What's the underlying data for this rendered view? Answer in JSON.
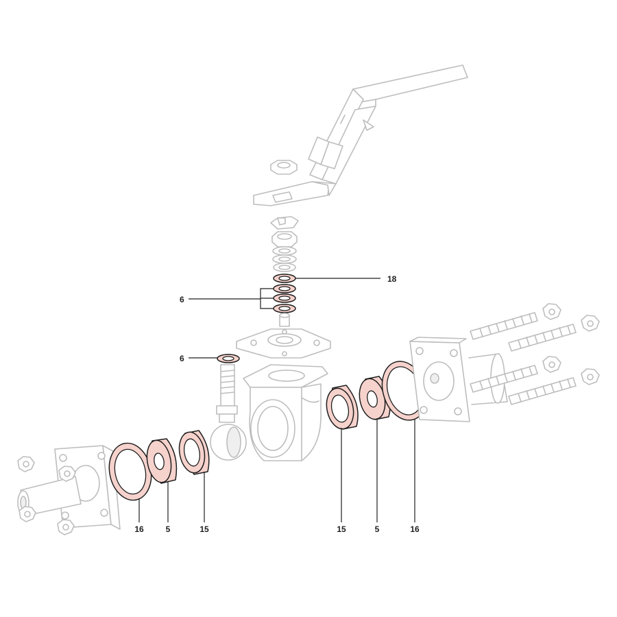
{
  "diagram": {
    "part_colors": {
      "highlight_fill": "#f6d2cc",
      "highlight_stroke": "#1e1e1e",
      "ghost_stroke": "#bdbdbd"
    },
    "callouts": {
      "stem_top_seal": "18",
      "stem_packing_group": "6",
      "stem_thrust_washer": "6",
      "left_gasket": "16",
      "left_seat_support": "5",
      "left_seat": "15",
      "right_seat": "15",
      "right_seat_support": "5",
      "right_gasket": "16"
    }
  }
}
